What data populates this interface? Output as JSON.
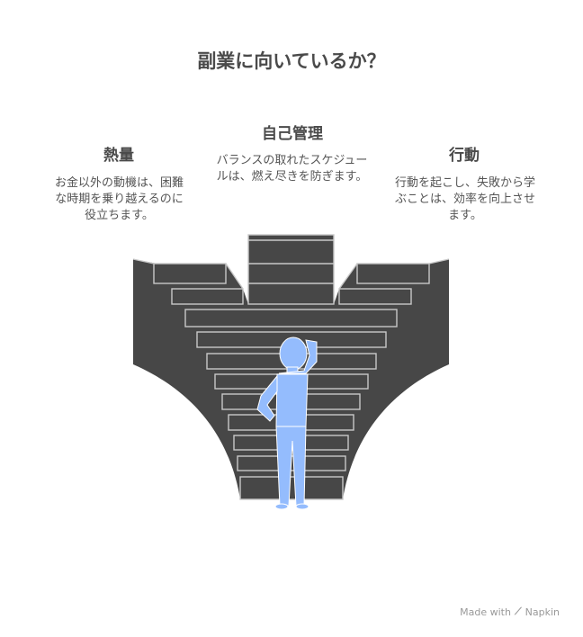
{
  "title": "副業に向いているか？",
  "sections": [
    {
      "heading": "熱量",
      "description": "お金以外の動機は、困難な時期を乗り越えるのに役立ちます。"
    },
    {
      "heading": "自己管理",
      "description": "バランスの取れたスケジュールは、燃え尽きを防ぎます。"
    },
    {
      "heading": "行動",
      "description": "行動を起こし、失敗から学ぶことは、効率を向上させます。"
    }
  ],
  "footer": {
    "made_with": "Made with",
    "brand": "Napkin"
  },
  "colors": {
    "stairs": "#474747",
    "person": "#94bcfd",
    "text": "#4a4a4a"
  }
}
